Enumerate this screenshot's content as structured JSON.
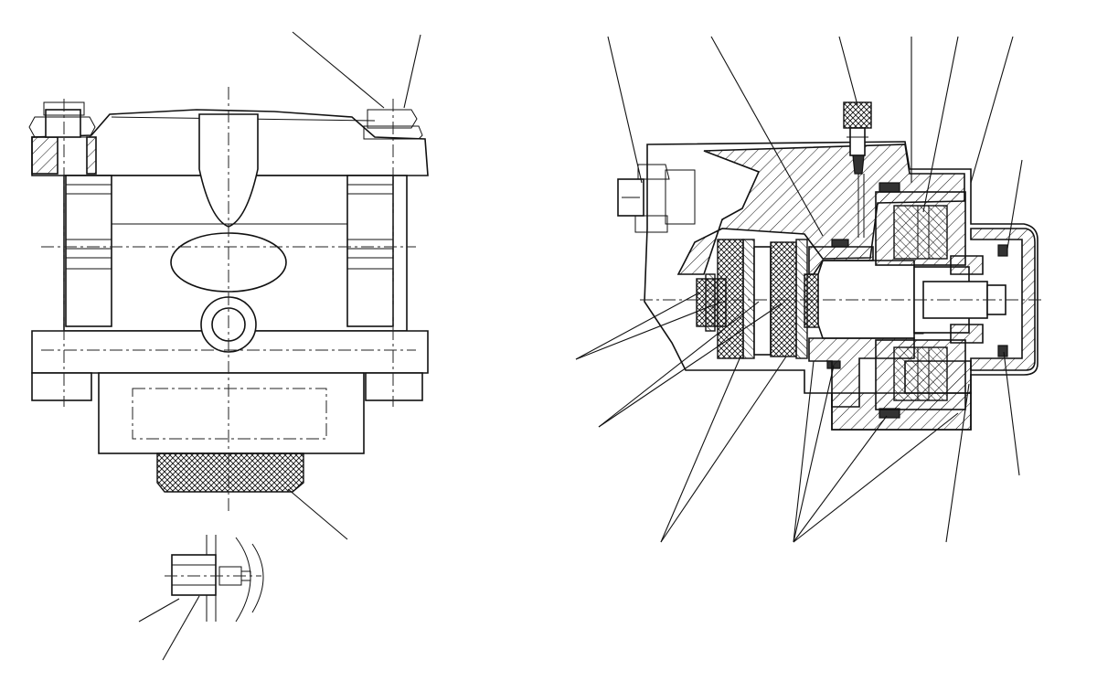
{
  "figure": {
    "views": [
      "front-view",
      "section-view",
      "detail-view"
    ],
    "colors": {
      "ink": "#111111",
      "background": "#ffffff"
    }
  }
}
